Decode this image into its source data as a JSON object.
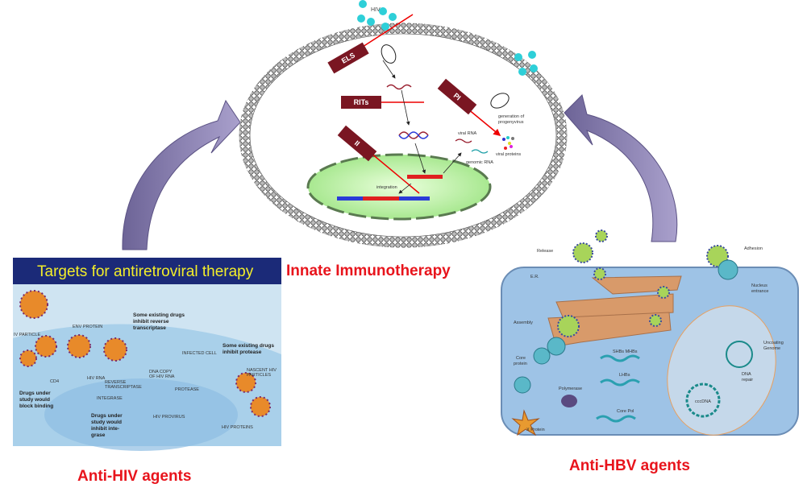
{
  "center": {
    "title": "Innate Immunotherapy",
    "virus_label": "HIV",
    "inhibitors": [
      "ELS",
      "RITs",
      "PI",
      "II"
    ],
    "labels": {
      "progeny": "generation of progenyvirus",
      "progeny_1": "generation of",
      "progeny_2": "progenyvirus",
      "viral_rna": "viral RNA",
      "genomic_rna": "genomic RNA",
      "viral_proteins": "viral proteins",
      "integration": "integration"
    }
  },
  "hiv_panel": {
    "header": "Targets for antiretroviral therapy",
    "caption": "Anti-HIV agents",
    "labels": {
      "particle": "IV PARTICLE",
      "env": "ENV PROTEIN",
      "rt_drugs_1": "Some existing drugs",
      "rt_drugs_2": "inhibit reverse",
      "rt_drugs_3": "transcriptase",
      "protease_drugs_1": "Some existing drugs",
      "protease_drugs_2": "inhibit protease",
      "infected_cell": "INFECTED CELL",
      "nascent_1": "NASCENT HIV",
      "nascent_2": "PARTICLES",
      "cd4": "CD4",
      "hiv_rna": "HIV RNA",
      "rt_1": "REVERSE",
      "rt_2": "TRANSCRIPTASE",
      "dna_copy_1": "DNA COPY",
      "dna_copy_2": "OF HIV RNA",
      "protease": "PROTEASE",
      "integrase": "INTEGRASE",
      "provirus": "HIV PROVIRUS",
      "proteins": "HIV PROTEINS",
      "block_1": "Drugs under",
      "block_2": "study would",
      "block_3": "block binding",
      "integ_1": "Drugs under",
      "integ_2": "study would",
      "integ_3": "inhibit inte-",
      "integ_4": "grase"
    }
  },
  "hbv_panel": {
    "caption": "Anti-HBV agents",
    "labels": {
      "release": "Release",
      "adhesion": "Adhesion",
      "er": "E.R.",
      "nucleus_1": "Nucleus",
      "nucleus_2": "entrance",
      "assembly": "Assembly",
      "uncoating_1": "Uncoating",
      "uncoating_2": "Genome",
      "shbs": "SHBs MHBs",
      "lhbs": "LHBs",
      "core_protein_1": "Core",
      "core_protein_2": "protein",
      "dna_repair_1": "DNA",
      "dna_repair_2": "repair",
      "polymerase": "Polymerase",
      "cccdna": "cccDNA",
      "core_pol": "Core Pol",
      "x_protein": "X Protein"
    }
  },
  "colors": {
    "title_red": "#e8141c",
    "inhibitor_box": "#7a1622",
    "arrow_purple": "#8a7fb0",
    "hiv_header": "#1b2a78",
    "hbv_cell": "#9ec3e6"
  }
}
